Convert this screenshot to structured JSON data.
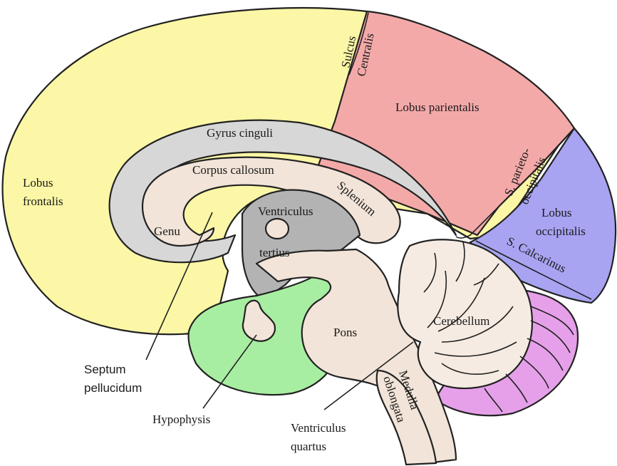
{
  "colors": {
    "frontal": "#fbf7a6",
    "parietal": "#f4a9a9",
    "occipital": "#a8a4f2",
    "cingulate": "#d7d7d7",
    "callosum": "#f2e4d8",
    "third_ventricle": "#b3b3b3",
    "hypothalamus": "#a8eea2",
    "brainstem": "#f2e4d8",
    "cerebellum": "#f5ebe3",
    "cerebellum_lateral": "#e6a0ea",
    "line": "#222222"
  },
  "labels": {
    "sulcus": "Sulcus",
    "centralis": "Centralis",
    "lobus_parientalis": "Lobus parientalis",
    "s_parieto": "S. parieto-",
    "occipitalis_s": "occipitalis",
    "lobus_occipitalis_1": "Lobus",
    "lobus_occipitalis_2": "occipitalis",
    "s_calcarinus": "S. Calcarinus",
    "lobus_frontalis_1": "Lobus",
    "lobus_frontalis_2": "frontalis",
    "gyrus_cinguli": "Gyrus cinguli",
    "corpus_callosum": "Corpus callosum",
    "splenium": "Splenium",
    "genu": "Genu",
    "ventriculus_tertius_1": "Ventriculus",
    "ventriculus_tertius_2": "tertius",
    "pons": "Pons",
    "cerebellum": "Cerebellum",
    "medulla_1": "Medulla",
    "medulla_2": "oblongata",
    "septum_1": "Septum",
    "septum_2": "pellucidum",
    "hypophysis": "Hypophysis",
    "ventriculus_quartus_1": "Ventriculus",
    "ventriculus_quartus_2": "quartus"
  }
}
